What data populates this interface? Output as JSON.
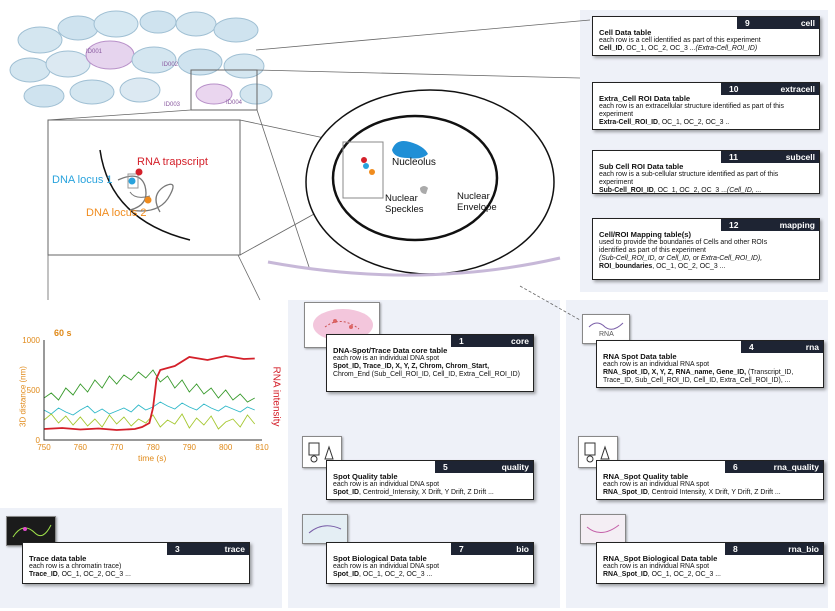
{
  "micrograph": {
    "cell_ids": [
      "ID001",
      "ID002",
      "ID003",
      "ID004"
    ]
  },
  "zoom": {
    "rna_label": "RNA trapscript",
    "dna1_label": "DNA locus 1",
    "dna2_label": "DNA locus 2",
    "nucleolus": "Nucleolus",
    "speckles": "Nuclear\nSpeckles",
    "envelope": "Nuclear\nEnvelope"
  },
  "colors": {
    "dna1": "#29a3dd",
    "dna2": "#f08c1e",
    "rna": "#d4202a",
    "card_header": "#1e2433",
    "panel": "#eef1f8"
  },
  "chart_data": {
    "type": "line",
    "title": "60 s",
    "xlabel": "time (s)",
    "ylabel": "3D distance (nm)",
    "y2label": "RNA intensity",
    "xlim": [
      750,
      810
    ],
    "ylim": [
      0,
      1000
    ],
    "xticks": [
      750,
      760,
      770,
      780,
      790,
      800,
      810
    ],
    "yticks": [
      0,
      500,
      1000
    ],
    "series": [
      {
        "color": "#d4202a",
        "x": [
          750,
          755,
          760,
          765,
          770,
          775,
          777,
          779,
          780,
          781,
          782,
          784,
          786,
          790,
          795,
          800,
          805,
          808
        ],
        "y": [
          110,
          120,
          105,
          115,
          100,
          110,
          130,
          170,
          320,
          620,
          700,
          720,
          740,
          830,
          800,
          840,
          810,
          815
        ]
      },
      {
        "color": "#3a9b2e",
        "x": [
          750,
          752,
          754,
          756,
          758,
          760,
          762,
          764,
          766,
          768,
          770,
          772,
          774,
          776,
          778,
          780,
          782,
          784,
          786,
          788,
          790,
          792,
          794,
          796,
          798,
          800,
          802,
          804,
          806,
          808
        ],
        "y": [
          420,
          470,
          400,
          520,
          450,
          560,
          480,
          600,
          520,
          640,
          560,
          650,
          600,
          680,
          620,
          700,
          580,
          640,
          520,
          600,
          480,
          560,
          460,
          520,
          420,
          500,
          400,
          460,
          380,
          420
        ]
      },
      {
        "color": "#2fb8c8",
        "x": [
          750,
          752,
          754,
          756,
          758,
          760,
          762,
          764,
          766,
          768,
          770,
          772,
          774,
          776,
          778,
          780,
          782,
          784,
          786,
          788,
          790,
          792,
          794,
          796,
          798,
          800,
          802,
          804,
          806,
          808
        ],
        "y": [
          300,
          260,
          320,
          280,
          250,
          300,
          340,
          270,
          310,
          260,
          290,
          320,
          280,
          350,
          300,
          330,
          380,
          340,
          310,
          370,
          330,
          300,
          360,
          320,
          290,
          340,
          310,
          280,
          330,
          300
        ]
      },
      {
        "color": "#a6c832",
        "x": [
          750,
          752,
          754,
          756,
          758,
          760,
          762,
          764,
          766,
          768,
          770,
          772,
          774,
          776,
          778,
          780,
          782,
          784,
          786,
          788,
          790,
          792,
          794,
          796,
          798,
          800,
          802,
          804,
          806,
          808
        ],
        "y": [
          200,
          260,
          170,
          240,
          150,
          230,
          140,
          210,
          130,
          250,
          160,
          230,
          140,
          210,
          170,
          250,
          130,
          200,
          160,
          260,
          120,
          220,
          150,
          240,
          110,
          180,
          210,
          130,
          250,
          160
        ]
      }
    ]
  },
  "cards": [
    {
      "num": "9",
      "key": "cell",
      "title": "Cell Data table",
      "desc": [
        "each row is a cell identified as part of this experiment"
      ],
      "fields": "Cell_ID|, OC_1, OC_2, OC_3 ...|(Extra-Cell_ROI_ID)"
    },
    {
      "num": "10",
      "key": "extracell",
      "title": "Extra_Cell ROI Data table",
      "desc": [
        "each row is an extracellular structure identified as part of this",
        "experiment"
      ],
      "fields": "Extra-Cell_ROI_ID|, OC_1, OC_2, OC_3 ..|"
    },
    {
      "num": "11",
      "key": "subcell",
      "title": "Sub Cell ROI Data table",
      "desc": [
        "each row is a sub-cellular structure identified as part of this",
        "experiment"
      ],
      "fields": "Sub-Cell_ROI_ID|, OC_1, OC_2, OC_3 ...|(Cell_ID, ..."
    },
    {
      "num": "12",
      "key": "mapping",
      "title": "Cell/ROI Mapping table(s)",
      "desc": [
        "used to provide the boundaries of Cells and other ROIs",
        "identified as part of this experiment",
        "(Sub-Cell_ROI_ID, or Cell_ID, or Extra-Cell_ROI_ID),"
      ],
      "fields": "ROI_boundaries|, OC_1, OC_2, OC_3 ...|"
    },
    {
      "num": "1",
      "key": "core",
      "title": "DNA-Spot/Trace Data core table",
      "desc": [
        "each row is an individual DNA spot"
      ],
      "fields": "Spot_ID, Trace_ID, X, Y, Z, Chrom, Chrom_Start,|\n|Chrom_End (Sub_Cell_ROI_ID, Cell_ID, Extra_Cell_ROI_ID)"
    },
    {
      "num": "4",
      "key": "rna",
      "title": "RNA Spot Data table",
      "desc": [
        "each row is an individual RNA spot"
      ],
      "fields": "RNA_Spot_ID, X, Y, Z, RNA_name, Gene_ID,| (Transcript_ID,|\n|Trace_ID, Sub_Cell_ROI_ID, Cell_ID, Extra_Cell_ROI_ID), ..."
    },
    {
      "num": "5",
      "key": "quality",
      "title": "Spot Quality table",
      "desc": [
        "each row is an individual DNA spot"
      ],
      "fields": "Spot_ID|, Centroid_Intensity, X Drift, Y Drift, Z Drift ...|"
    },
    {
      "num": "6",
      "key": "rna_quality",
      "title": "RNA_Spot Quality table",
      "desc": [
        "each row is an individual RNA spot"
      ],
      "fields": "RNA_Spot_ID|, Centroid Intensity, X Drift, Y Drift, Z Drift ...|"
    },
    {
      "num": "3",
      "key": "trace",
      "title": "Trace data table",
      "desc": [
        "each row is a chromatin trace)"
      ],
      "fields": "Trace_ID|, OC_1, OC_2, OC_3 ...|"
    },
    {
      "num": "7",
      "key": "bio",
      "title": "Spot Biological Data table",
      "desc": [
        "each row is an individual DNA spot"
      ],
      "fields": "Spot_ID|, OC_1, OC_2, OC_3 ...|"
    },
    {
      "num": "8",
      "key": "rna_bio",
      "title": "RNA_Spot Biological Data table",
      "desc": [
        "each row is an individual RNA spot"
      ],
      "fields": "RNA_Spot_ID|, OC_1, OC_2, OC_3 ...|"
    }
  ],
  "thumbs": {
    "rna_thumb_label": "RNA"
  }
}
